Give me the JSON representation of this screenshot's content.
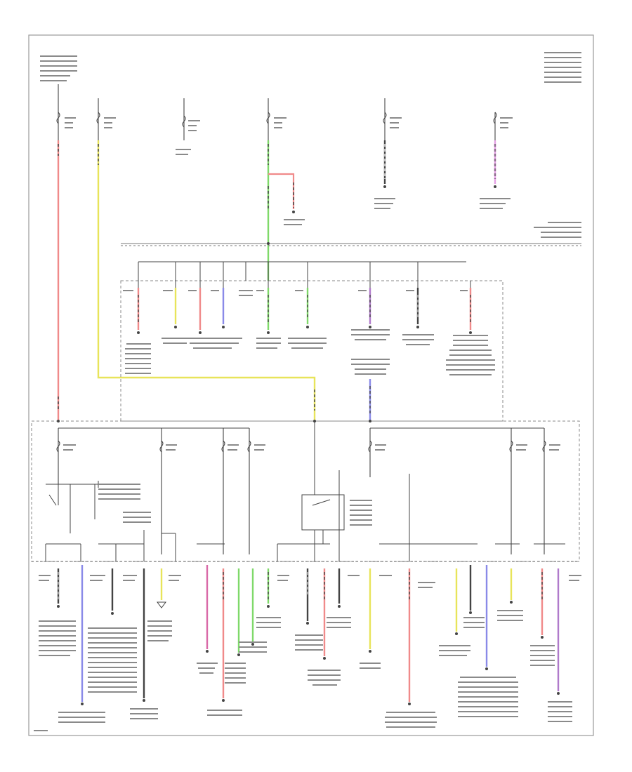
{
  "footer_code": "",
  "colors": {
    "frame": "#9a9a9a",
    "wire_black": "#444444",
    "red": "#f08a8a",
    "yellow": "#e8e45a",
    "green": "#7fd96a",
    "blue": "#8a8ae8",
    "violet": "#b07acb",
    "pink": "#e5a0e5",
    "dark_red": "#c0504a"
  },
  "wires": [
    {
      "id": "main-red-feed",
      "color": "red"
    },
    {
      "id": "ign-yellow-feed",
      "color": "yellow"
    },
    {
      "id": "center-green-feed",
      "color": "green"
    },
    {
      "id": "right-pink-feed",
      "color": "pink"
    },
    {
      "id": "junction-violet-feed",
      "color": "violet"
    }
  ],
  "components": [
    {
      "id": "fuse-block",
      "type": "fuse-block"
    },
    {
      "id": "junction-box",
      "type": "junction-box"
    },
    {
      "id": "ign-relay",
      "type": "relay"
    },
    {
      "id": "transfer-switch",
      "type": "switch"
    },
    {
      "id": "body-control-module",
      "type": "module"
    }
  ]
}
